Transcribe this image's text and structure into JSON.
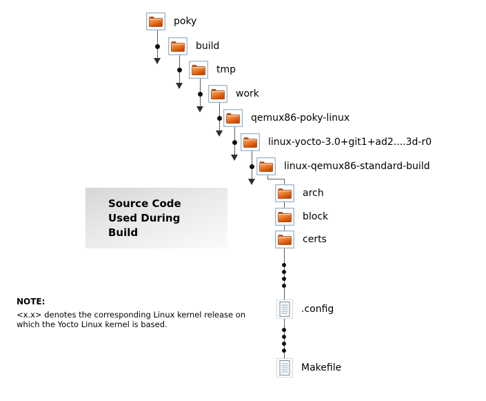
{
  "diagram_title": {
    "line1": "Source Code",
    "line2": "Used During",
    "line3": "Build"
  },
  "note": {
    "label": "NOTE:",
    "line1": "<x.x> denotes the corresponding Linux kernel release on",
    "line2": "which the Yocto Linux kernel is based."
  },
  "tree": {
    "nodes": [
      {
        "label": "poky",
        "icon": "folder-icon"
      },
      {
        "label": "build",
        "icon": "folder-icon"
      },
      {
        "label": "tmp",
        "icon": "folder-icon"
      },
      {
        "label": "work",
        "icon": "folder-icon"
      },
      {
        "label": "qemux86-poky-linux",
        "icon": "folder-icon"
      },
      {
        "label": "linux-yocto-3.0+git1+ad2....3d-r0",
        "icon": "folder-icon"
      },
      {
        "label": "linux-qemux86-standard-build",
        "icon": "folder-icon"
      },
      {
        "label": "arch",
        "icon": "folder-icon"
      },
      {
        "label": "block",
        "icon": "folder-icon"
      },
      {
        "label": "certs",
        "icon": "folder-icon"
      },
      {
        "label": ".config",
        "icon": "file-icon"
      },
      {
        "label": "Makefile",
        "icon": "file-icon"
      }
    ]
  },
  "colors": {
    "folder_orange": "#e8761f",
    "folder_dark": "#993b06",
    "line": "#5a5a5a",
    "dot": "#111111",
    "callout_bg": "#d6d6d6"
  }
}
